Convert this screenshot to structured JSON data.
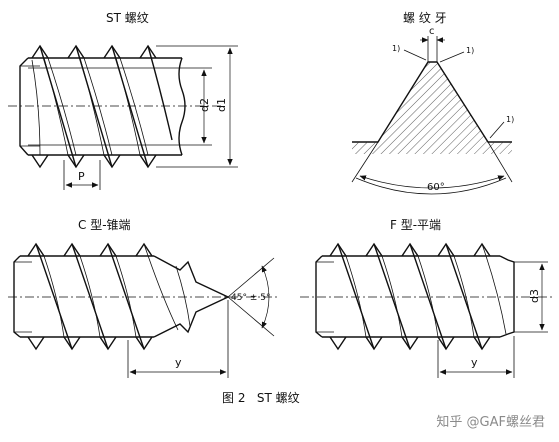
{
  "panels": {
    "st_thread": {
      "title": "ST 螺纹",
      "pitch_label": "P",
      "d2_label": "d2",
      "d1_label": "d1"
    },
    "thread_profile": {
      "title": "螺 纹 牙",
      "c_label": "c",
      "note_label": "1)",
      "angle_label": "60°"
    },
    "type_c": {
      "title": "C 型-锥端",
      "angle_label": "45° ± 5°",
      "y_label": "y"
    },
    "type_f": {
      "title": "F 型-平端",
      "d3_label": "d3",
      "y_label": "y"
    }
  },
  "caption": "图 2   ST 螺纹",
  "watermark": "知乎 @GAF螺丝君"
}
